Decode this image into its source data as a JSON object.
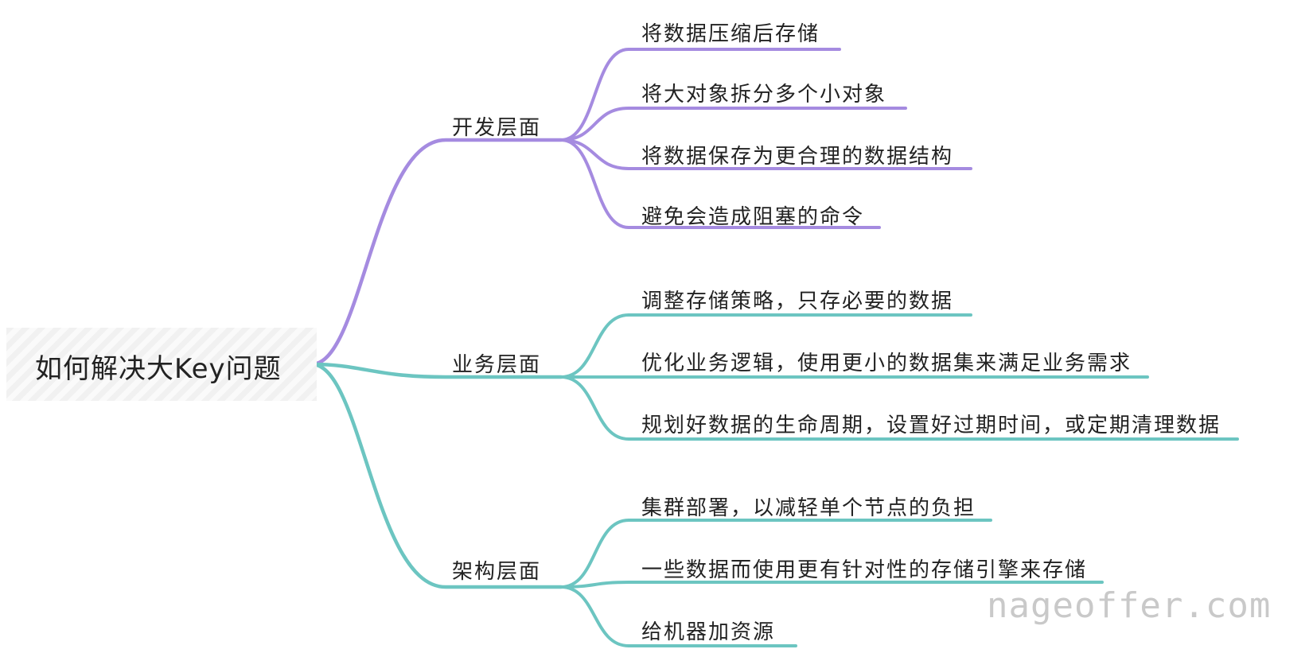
{
  "root": {
    "label": "如何解决大Key问题"
  },
  "branches": [
    {
      "label": "开发层面",
      "color": "#a58be0",
      "leaves": [
        "将数据压缩后存储",
        "将大对象拆分多个小对象",
        "将数据保存为更合理的数据结构",
        "避免会造成阻塞的命令"
      ]
    },
    {
      "label": "业务层面",
      "color": "#6cc5c1",
      "leaves": [
        "调整存储策略，只存必要的数据",
        "优化业务逻辑，使用更小的数据集来满足业务需求",
        "规划好数据的生命周期，设置好过期时间，或定期清理数据"
      ]
    },
    {
      "label": "架构层面",
      "color": "#6cc5c1",
      "leaves": [
        "集群部署，以减轻单个节点的负担",
        "一些数据而使用更有针对性的存储引擎来存储",
        "给机器加资源"
      ]
    }
  ],
  "watermark": "nageoffer.com"
}
